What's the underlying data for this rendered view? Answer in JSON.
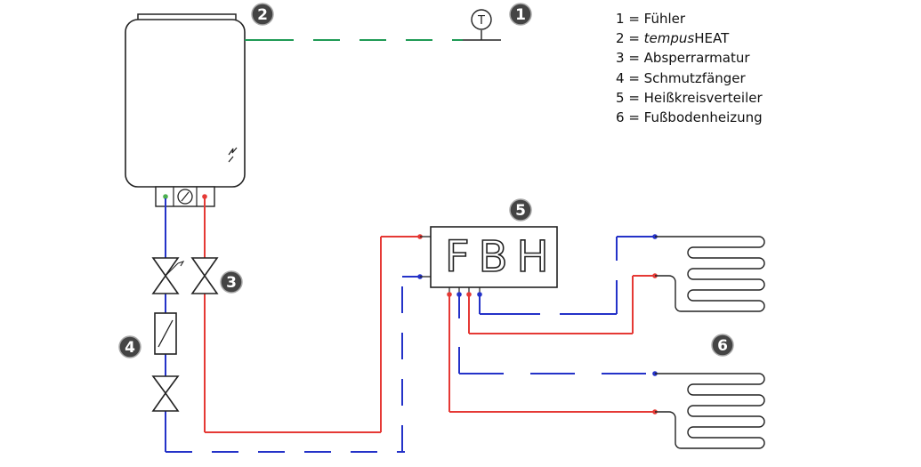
{
  "legend": {
    "items": [
      {
        "num": "1",
        "sep": " = ",
        "label": "Fühler"
      },
      {
        "num": "2",
        "sep": " = ",
        "label_italic": "tempus",
        "label": "HEAT"
      },
      {
        "num": "3",
        "sep": " = ",
        "label": "Absperrarmatur"
      },
      {
        "num": "4",
        "sep": " = ",
        "label": "Schmutzfänger"
      },
      {
        "num": "5",
        "sep": " = ",
        "label": "Heißkreisverteiler"
      },
      {
        "num": "6",
        "sep": " = ",
        "label": "Fußbodenheizung"
      }
    ]
  },
  "badges": {
    "b1": "1",
    "b2": "2",
    "b3": "3",
    "b4": "4",
    "b5": "5",
    "b6": "6"
  },
  "sensor": {
    "symbol": "T"
  },
  "distributor": {
    "label": "FBH"
  },
  "colors": {
    "supply": "#e53935",
    "return": "#2432c8",
    "sensor_line": "#1f9a55",
    "outline": "#222222",
    "badge": "#444444"
  }
}
